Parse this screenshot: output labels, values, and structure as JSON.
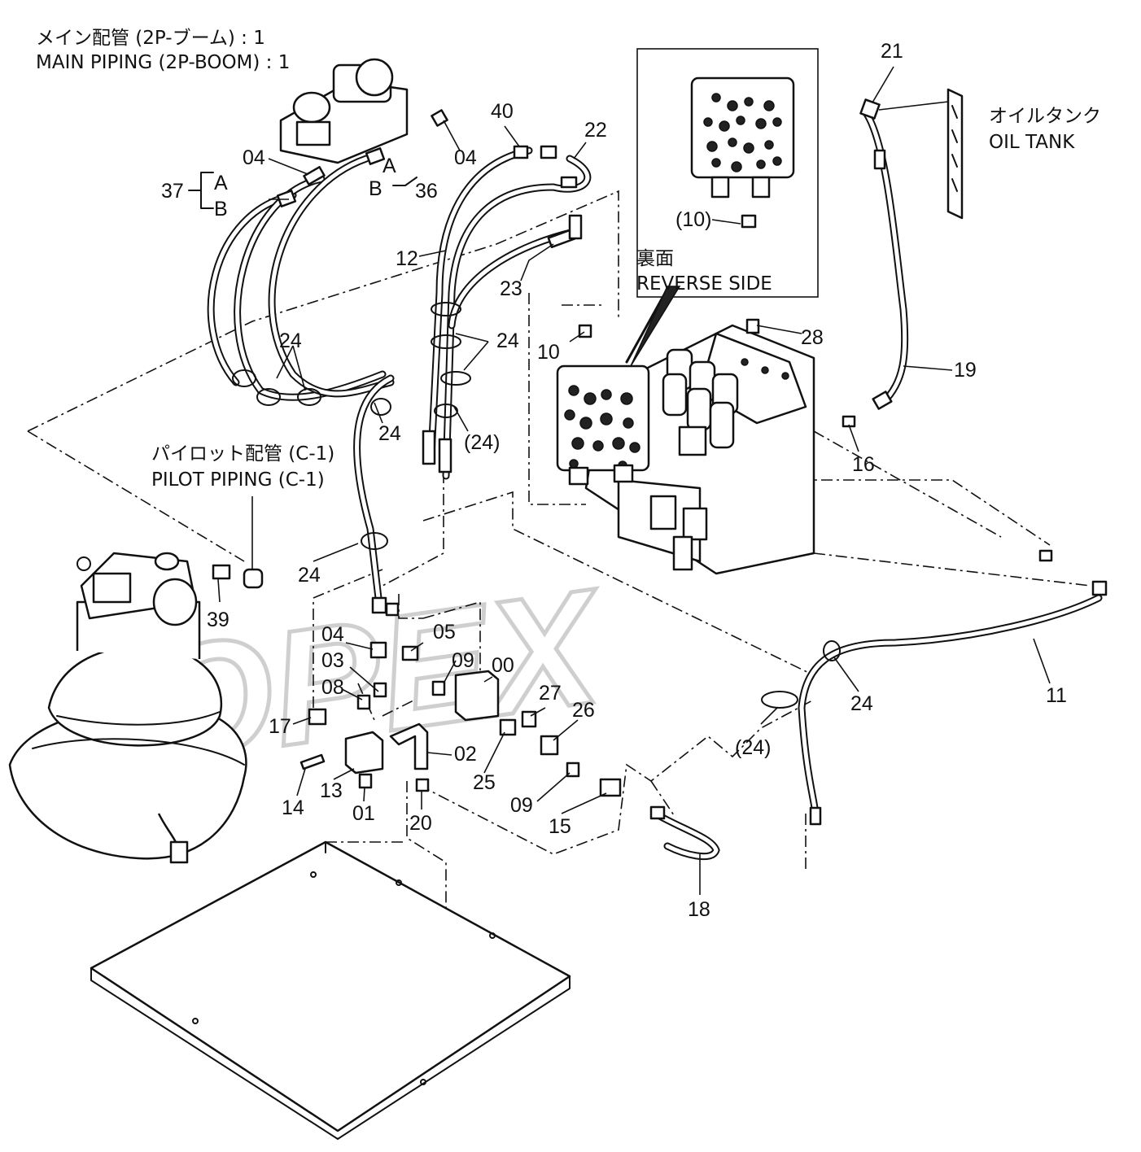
{
  "titles": {
    "main_jp": "メイン配管 (2P-ブーム) : 1",
    "main_en": "MAIN PIPING (2P-BOOM) : 1",
    "pilot_jp": "パイロット配管 (C-1)",
    "pilot_en": "PILOT PIPING (C-1)",
    "tank_jp": "オイルタンク",
    "tank_en": "OIL TANK",
    "reverse_jp": "裏面",
    "reverse_en": "REVERSE SIDE"
  },
  "watermark": "OPEX",
  "labels": {
    "p00": "00",
    "p01": "01",
    "p02": "02",
    "p03": "03",
    "p04a": "04",
    "p04b": "04",
    "p04c": "04",
    "p05": "05",
    "p08": "08",
    "p09a": "09",
    "p09b": "09",
    "p10": "10",
    "p10b": "(10)",
    "p11": "11",
    "p12": "12",
    "p13": "13",
    "p14": "14",
    "p15": "15",
    "p16": "16",
    "p17": "17",
    "p18": "18",
    "p19": "19",
    "p20": "20",
    "p21": "21",
    "p22": "22",
    "p23": "23",
    "p24a": "24",
    "p24b": "24",
    "p24c": "24",
    "p24d": "24",
    "p24e": "24",
    "p24f": "(24)",
    "p24g": "(24)",
    "p25": "25",
    "p26": "26",
    "p27": "27",
    "p28": "28",
    "p36": "36",
    "p37": "37",
    "p39": "39",
    "p40": "40",
    "a36": "A",
    "b36": "B",
    "a37": "A",
    "b37": "B"
  }
}
